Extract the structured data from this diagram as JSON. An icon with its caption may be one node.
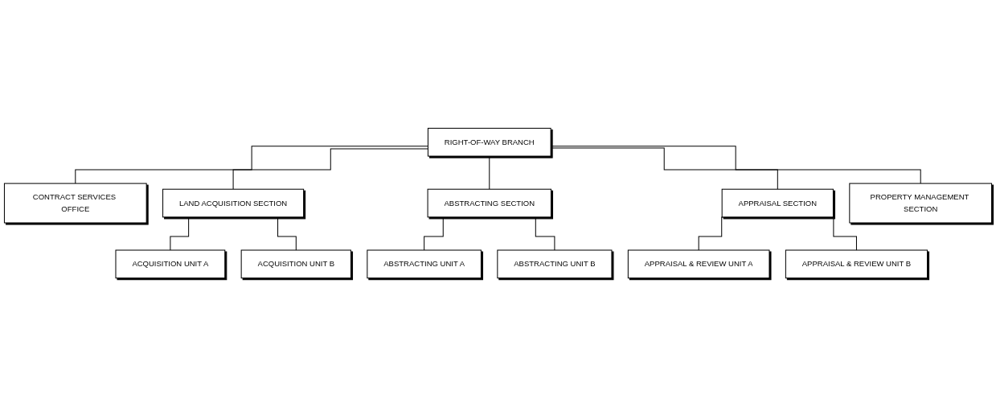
{
  "diagram": {
    "nodes": [
      {
        "text": [
          "RIGHT-OF-WAY BRANCH"
        ]
      },
      {
        "text": [
          "CONTRACT SERVICES OFFICE"
        ]
      },
      {
        "text": [
          "LAND ACQUISITION SECTION"
        ]
      },
      {
        "text": [
          "ACQUISITION UNIT A"
        ]
      },
      {
        "text": [
          "ACQUISITION UNIT B"
        ]
      },
      {
        "text": [
          "ABSTRACTING SECTION"
        ]
      },
      {
        "text": [
          "ABSTRACTING UNIT A"
        ]
      },
      {
        "text": [
          "ABSTRACTING UNIT B"
        ]
      },
      {
        "text": [
          "APPRAISAL SECTION"
        ]
      },
      {
        "text": [
          "APPRAISAL & REVIEW UNIT A"
        ]
      },
      {
        "text": [
          "APPRAISAL & REVIEW UNIT B"
        ]
      },
      {
        "text": [
          "PROPERTY MANAGEMENT SECTION"
        ]
      }
    ],
    "edges": [
      {
        "from": 0,
        "to": 1,
        "arrow": "none"
      },
      {
        "from": 0,
        "to": 2,
        "arrow": "none"
      },
      {
        "from": 0,
        "to": 5,
        "arrow": "none"
      },
      {
        "from": 0,
        "to": 8,
        "arrow": "none"
      },
      {
        "from": 0,
        "to": 11,
        "arrow": "none"
      },
      {
        "from": 2,
        "to": 3,
        "arrow": "none"
      },
      {
        "from": 2,
        "to": 4,
        "arrow": "none"
      },
      {
        "from": 5,
        "to": 6,
        "arrow": "none"
      },
      {
        "from": 5,
        "to": 7,
        "arrow": "none"
      },
      {
        "from": 8,
        "to": 9,
        "arrow": "none"
      },
      {
        "from": 8,
        "to": 10,
        "arrow": "none"
      }
    ]
  }
}
